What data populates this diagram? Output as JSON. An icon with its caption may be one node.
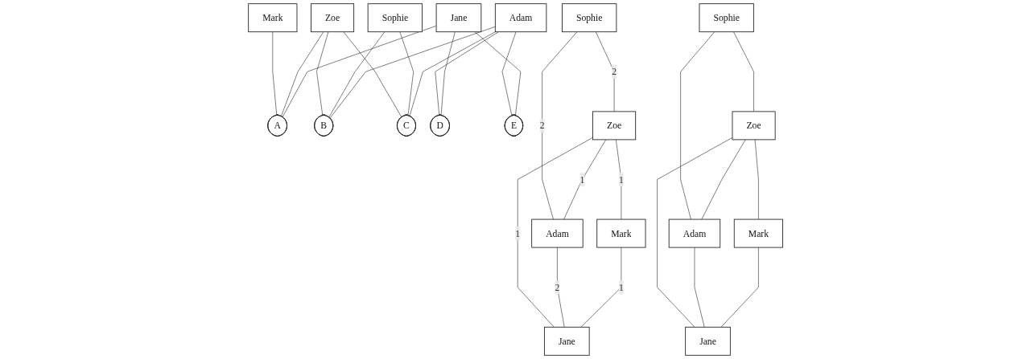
{
  "diagram": {
    "nodes": [
      {
        "text": [
          "Mark"
        ]
      },
      {
        "text": [
          "Zoe"
        ]
      },
      {
        "text": [
          "Sophie"
        ]
      },
      {
        "text": [
          "Adam"
        ]
      },
      {
        "text": [
          "Jane"
        ]
      },
      {
        "text": [
          "A"
        ]
      },
      {
        "text": [
          "B"
        ]
      },
      {
        "text": [
          "C"
        ]
      },
      {
        "text": [
          "D"
        ]
      },
      {
        "text": [
          "E"
        ]
      },
      {
        "text": [
          "Sophie"
        ]
      },
      {
        "text": [
          "Zoe"
        ]
      },
      {
        "text": [
          "Adam"
        ]
      },
      {
        "text": [
          "Mark"
        ]
      },
      {
        "text": [
          "Jane"
        ]
      },
      {
        "text": [
          "Sophie"
        ]
      },
      {
        "text": [
          "Zoe"
        ]
      },
      {
        "text": [
          "Adam"
        ]
      },
      {
        "text": [
          "Mark"
        ]
      },
      {
        "text": [
          "Jane"
        ]
      }
    ],
    "edges": [
      {
        "from": 0,
        "to": 5,
        "arrow": "none"
      },
      {
        "from": 1,
        "to": 5,
        "arrow": "none"
      },
      {
        "from": 1,
        "to": 6,
        "arrow": "none"
      },
      {
        "from": 1,
        "to": 7,
        "arrow": "none"
      },
      {
        "from": 2,
        "to": 6,
        "arrow": "none"
      },
      {
        "from": 2,
        "to": 7,
        "arrow": "none"
      },
      {
        "from": 3,
        "to": 6,
        "arrow": "none"
      },
      {
        "from": 3,
        "to": 7,
        "arrow": "none"
      },
      {
        "from": 3,
        "to": 8,
        "arrow": "none"
      },
      {
        "from": 3,
        "to": 9,
        "arrow": "none"
      },
      {
        "from": 4,
        "to": 5,
        "arrow": "none"
      },
      {
        "from": 4,
        "to": 8,
        "arrow": "none"
      },
      {
        "from": 4,
        "to": 9,
        "arrow": "none"
      },
      {
        "from": 10,
        "to": 11,
        "label": "2",
        "arrow": "none"
      },
      {
        "from": 10,
        "to": 12,
        "label": "2",
        "arrow": "none"
      },
      {
        "from": 11,
        "to": 12,
        "label": "1",
        "arrow": "none"
      },
      {
        "from": 11,
        "to": 13,
        "label": "1",
        "arrow": "none"
      },
      {
        "from": 11,
        "to": 14,
        "label": "1",
        "arrow": "none"
      },
      {
        "from": 12,
        "to": 14,
        "label": "2",
        "arrow": "none"
      },
      {
        "from": 13,
        "to": 14,
        "label": "1",
        "arrow": "none"
      },
      {
        "from": 15,
        "to": 16,
        "arrow": "none"
      },
      {
        "from": 15,
        "to": 17,
        "arrow": "none"
      },
      {
        "from": 16,
        "to": 17,
        "arrow": "none"
      },
      {
        "from": 16,
        "to": 18,
        "arrow": "none"
      },
      {
        "from": 16,
        "to": 19,
        "arrow": "none"
      },
      {
        "from": 17,
        "to": 19,
        "arrow": "none"
      },
      {
        "from": 18,
        "to": 19,
        "arrow": "none"
      }
    ]
  }
}
